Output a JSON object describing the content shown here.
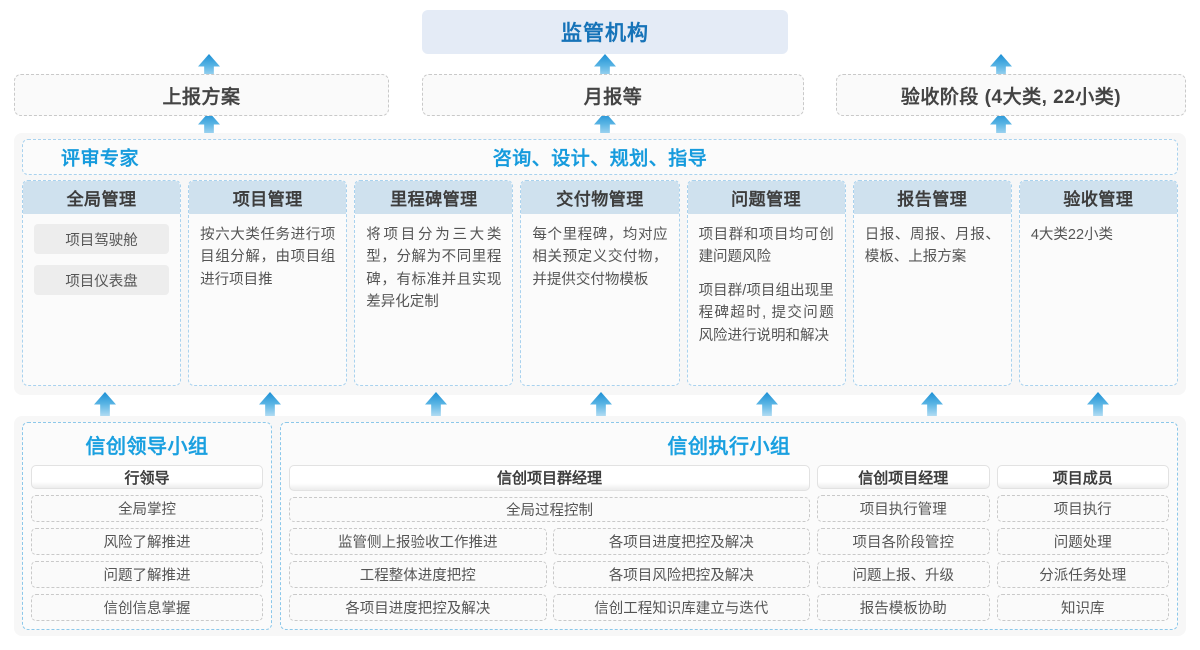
{
  "regulator": {
    "label": "监管机构"
  },
  "submissions": [
    {
      "label": "上报方案"
    },
    {
      "label": "月报等"
    },
    {
      "label": "验收阶段 (4大类, 22小类)"
    }
  ],
  "mid_panel": {
    "header_left": "评审专家",
    "header_center": "咨询、设计、规划、指导",
    "columns": [
      {
        "title": "全局管理",
        "chips": [
          "项目驾驶舱",
          "项目仪表盘"
        ],
        "paragraphs": []
      },
      {
        "title": "项目管理",
        "chips": [],
        "paragraphs": [
          "按六大类任务进行项目组分解，由项目组进行项目推"
        ]
      },
      {
        "title": "里程碑管理",
        "chips": [],
        "paragraphs": [
          "将项目分为三大类型，分解为不同里程碑，有标准并且实现差异化定制"
        ]
      },
      {
        "title": "交付物管理",
        "chips": [],
        "paragraphs": [
          "每个里程碑，均对应相关预定义交付物，并提供交付物模板"
        ]
      },
      {
        "title": "问题管理",
        "chips": [],
        "paragraphs": [
          "项目群和项目均可创建问题风险",
          "项目群/项目组出现里程碑超时, 提交问题风险进行说明和解决"
        ]
      },
      {
        "title": "报告管理",
        "chips": [],
        "paragraphs": [
          "日报、周报、月报、模板、上报方案"
        ]
      },
      {
        "title": "验收管理",
        "chips": [],
        "paragraphs": [
          "4大类22小类"
        ]
      }
    ]
  },
  "bottom_panel": {
    "groups": [
      {
        "title": "信创领导小组",
        "roles": [
          {
            "name": "行领导",
            "columns": [
              [
                "全局掌控",
                "风险了解推进",
                "问题了解推进",
                "信创信息掌握"
              ]
            ]
          }
        ]
      },
      {
        "title": "信创执行小组",
        "roles": [
          {
            "name": "信创项目群经理",
            "full_task": "全局过程控制",
            "columns": [
              [
                "监管侧上报验收工作推进",
                "工程整体进度把控",
                "各项目进度把控及解决"
              ],
              [
                "各项目进度把控及解决",
                "各项目风险把控及解决",
                "信创工程知识库建立与迭代"
              ]
            ]
          },
          {
            "name": "信创项目经理",
            "columns": [
              [
                "项目执行管理",
                "项目各阶段管控",
                "问题上报、升级",
                "报告模板协助"
              ]
            ]
          },
          {
            "name": "项目成员",
            "columns": [
              [
                "项目执行",
                "问题处理",
                "分派任务处理",
                "知识库"
              ]
            ]
          }
        ]
      }
    ]
  },
  "arrows": {
    "to_regulator": [
      "arrow-up-icon",
      "arrow-up-icon",
      "arrow-up-icon"
    ],
    "to_columns": [
      "arrow-up-icon",
      "arrow-up-icon",
      "arrow-up-icon",
      "arrow-up-icon",
      "arrow-up-icon",
      "arrow-up-icon",
      "arrow-up-icon"
    ]
  },
  "colors": {
    "accent_blue": "#169bdd",
    "regulator_bg": "#e4ebf6",
    "col_head_bg": "#cfe1ee",
    "panel_bg": "#f7f7f7"
  }
}
